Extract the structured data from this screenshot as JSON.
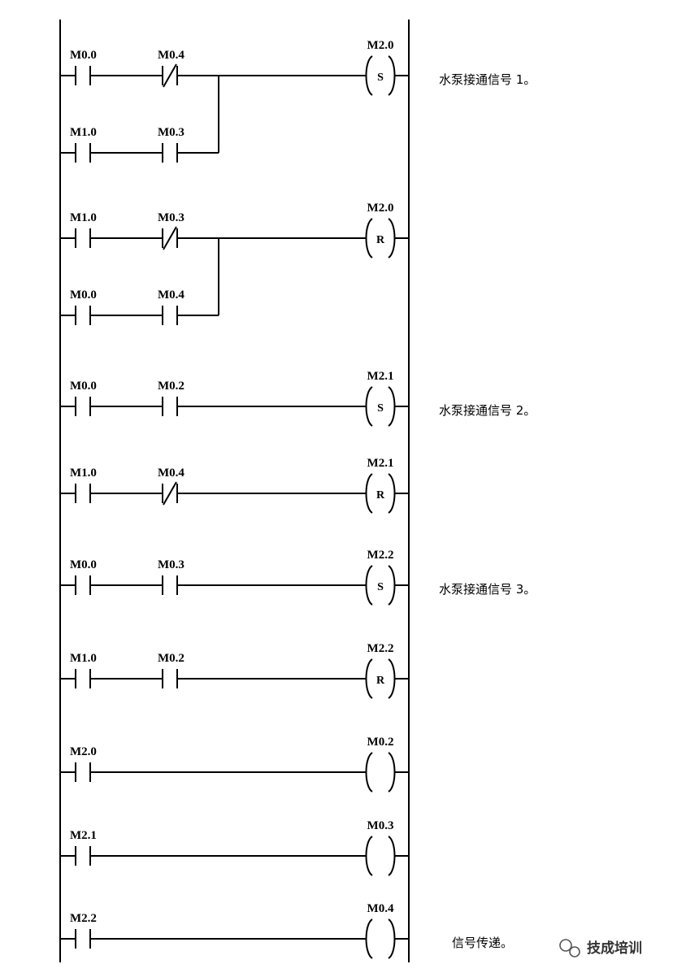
{
  "rungs": [
    {
      "label": "rung-1",
      "main": [
        {
          "type": "no",
          "tag": "M0.0"
        },
        {
          "type": "nc",
          "tag": "M0.4"
        }
      ],
      "branch": [
        {
          "type": "no",
          "tag": "M1.0"
        },
        {
          "type": "no",
          "tag": "M0.3"
        }
      ],
      "coil": {
        "tag": "M2.0",
        "letter": "S"
      },
      "comment": "水泵接通信号 1。"
    },
    {
      "label": "rung-2",
      "main": [
        {
          "type": "no",
          "tag": "M1.0"
        },
        {
          "type": "nc",
          "tag": "M0.3"
        }
      ],
      "branch": [
        {
          "type": "no",
          "tag": "M0.0"
        },
        {
          "type": "no",
          "tag": "M0.4"
        }
      ],
      "coil": {
        "tag": "M2.0",
        "letter": "R"
      },
      "comment": ""
    },
    {
      "label": "rung-3",
      "main": [
        {
          "type": "no",
          "tag": "M0.0"
        },
        {
          "type": "no",
          "tag": "M0.2"
        }
      ],
      "coil": {
        "tag": "M2.1",
        "letter": "S"
      },
      "comment": "水泵接通信号 2。"
    },
    {
      "label": "rung-4",
      "main": [
        {
          "type": "no",
          "tag": "M1.0"
        },
        {
          "type": "nc",
          "tag": "M0.4"
        }
      ],
      "coil": {
        "tag": "M2.1",
        "letter": "R"
      },
      "comment": ""
    },
    {
      "label": "rung-5",
      "main": [
        {
          "type": "no",
          "tag": "M0.0"
        },
        {
          "type": "no",
          "tag": "M0.3"
        }
      ],
      "coil": {
        "tag": "M2.2",
        "letter": "S"
      },
      "comment": "水泵接通信号 3。"
    },
    {
      "label": "rung-6",
      "main": [
        {
          "type": "no",
          "tag": "M1.0"
        },
        {
          "type": "no",
          "tag": "M0.2"
        }
      ],
      "coil": {
        "tag": "M2.2",
        "letter": "R"
      },
      "comment": ""
    },
    {
      "label": "rung-7",
      "main": [
        {
          "type": "no",
          "tag": "M2.0"
        }
      ],
      "coil": {
        "tag": "M0.2",
        "letter": ""
      },
      "comment": ""
    },
    {
      "label": "rung-8",
      "main": [
        {
          "type": "no",
          "tag": "M2.1"
        }
      ],
      "coil": {
        "tag": "M0.3",
        "letter": ""
      },
      "comment": ""
    },
    {
      "label": "rung-9",
      "main": [
        {
          "type": "no",
          "tag": "M2.2"
        }
      ],
      "coil": {
        "tag": "M0.4",
        "letter": ""
      },
      "comment": "信号传递。"
    }
  ],
  "watermark": {
    "text": "技成培训",
    "icon": "wechat-icon"
  }
}
